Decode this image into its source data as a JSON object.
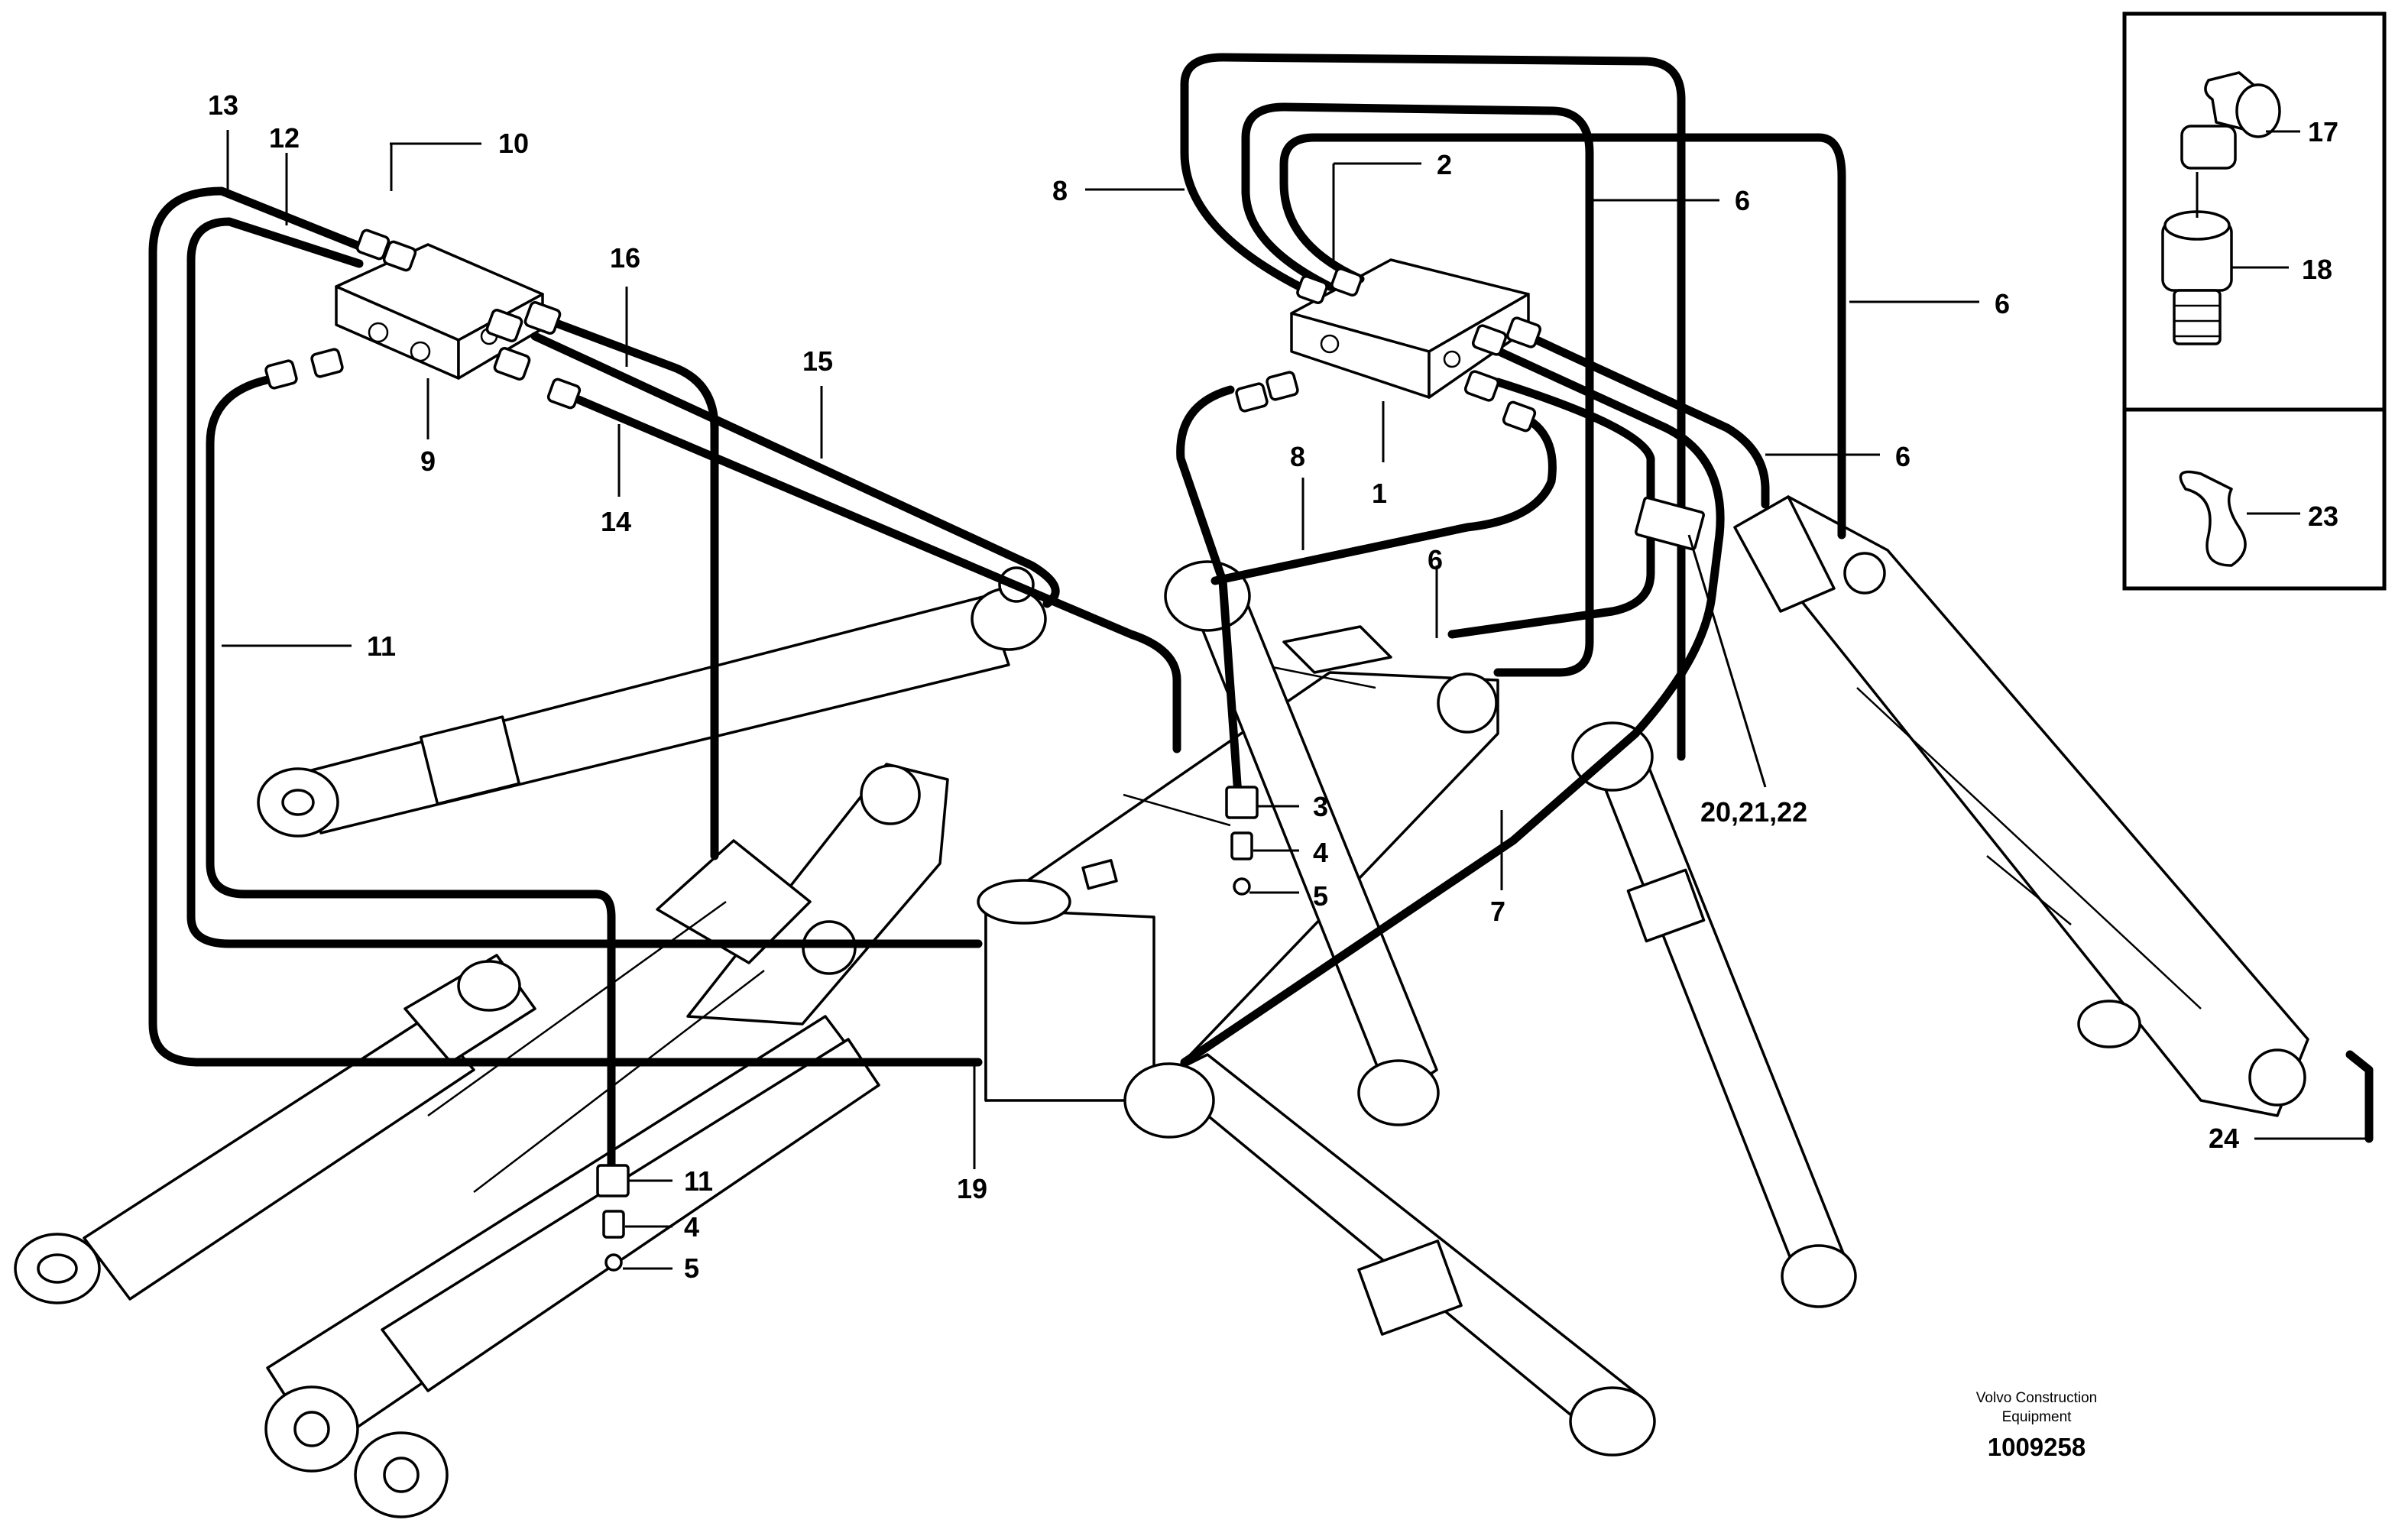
{
  "diagram": {
    "callouts": [
      {
        "id": "c-13",
        "text": "13"
      },
      {
        "id": "c-12",
        "text": "12"
      },
      {
        "id": "c-10",
        "text": "10"
      },
      {
        "id": "c-16",
        "text": "16"
      },
      {
        "id": "c-15",
        "text": "15"
      },
      {
        "id": "c-9",
        "text": "9"
      },
      {
        "id": "c-14",
        "text": "14"
      },
      {
        "id": "c-11a",
        "text": "11"
      },
      {
        "id": "c-11b",
        "text": "11"
      },
      {
        "id": "c-4a",
        "text": "4"
      },
      {
        "id": "c-5a",
        "text": "5"
      },
      {
        "id": "c-19",
        "text": "19"
      },
      {
        "id": "c-8a",
        "text": "8"
      },
      {
        "id": "c-2",
        "text": "2"
      },
      {
        "id": "c-6a",
        "text": "6"
      },
      {
        "id": "c-8b",
        "text": "8"
      },
      {
        "id": "c-1",
        "text": "1"
      },
      {
        "id": "c-6b",
        "text": "6"
      },
      {
        "id": "c-3",
        "text": "3"
      },
      {
        "id": "c-4b",
        "text": "4"
      },
      {
        "id": "c-5b",
        "text": "5"
      },
      {
        "id": "c-7",
        "text": "7"
      },
      {
        "id": "c-6c",
        "text": "6"
      },
      {
        "id": "c-6d",
        "text": "6"
      },
      {
        "id": "c-20",
        "text": "20,21,22"
      },
      {
        "id": "c-17",
        "text": "17"
      },
      {
        "id": "c-18",
        "text": "18"
      },
      {
        "id": "c-23",
        "text": "23"
      },
      {
        "id": "c-24",
        "text": "24"
      }
    ]
  },
  "footer": {
    "company_line1": "Volvo Construction",
    "company_line2": "Equipment",
    "drawing_number": "1009258"
  }
}
